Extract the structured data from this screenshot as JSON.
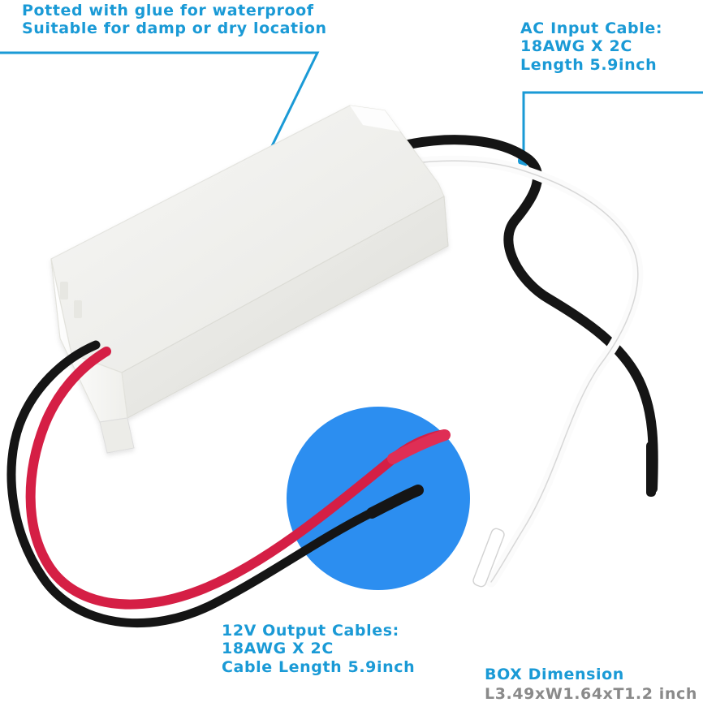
{
  "labels": {
    "waterproof": {
      "line1": "Potted with glue for waterproof",
      "line2": "Suitable for damp or dry location"
    },
    "ac_input": {
      "line1": "AC Input Cable:",
      "line2": "18AWG X 2C",
      "line3": "Length 5.9inch"
    },
    "output": {
      "line1": "12V Output Cables:",
      "line2": "18AWG X 2C",
      "line3": "Cable Length 5.9inch"
    },
    "box_dimension": {
      "title": "BOX Dimension",
      "value": "L3.49xW1.64xT1.2 inch"
    }
  },
  "colors": {
    "accent_blue": "#1a9ad6",
    "circle_blue": "#2c8ef0",
    "cable_red": "#d51f45",
    "cable_black": "#151515",
    "cable_white": "#fbfbfb",
    "box_body": "#eeeeeb",
    "box_shadow": "#d7d7d1",
    "label_gray": "#8a8a8a"
  },
  "icons": {
    "callout_dot": "dot-marker"
  }
}
